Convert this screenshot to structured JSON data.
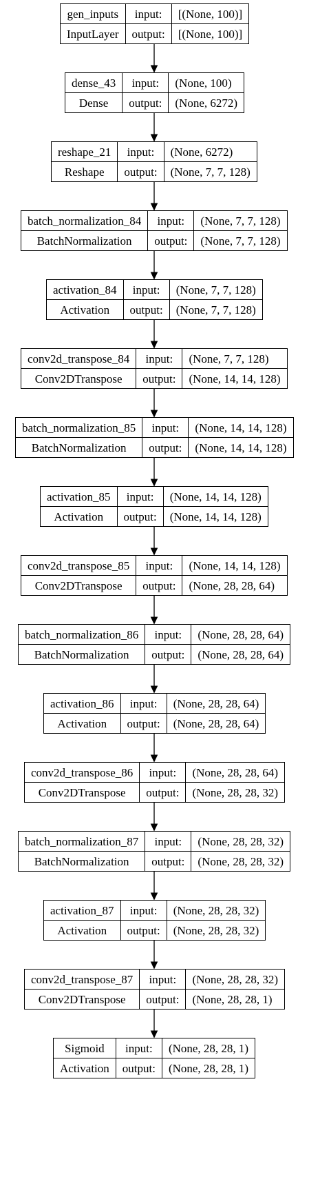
{
  "nodes": [
    {
      "name": "gen_inputs",
      "type": "InputLayer",
      "in_label": "input:",
      "out_label": "output:",
      "input": "[(None, 100)]",
      "output": "[(None, 100)]"
    },
    {
      "name": "dense_43",
      "type": "Dense",
      "in_label": "input:",
      "out_label": "output:",
      "input": "(None, 100)",
      "output": "(None, 6272)"
    },
    {
      "name": "reshape_21",
      "type": "Reshape",
      "in_label": "input:",
      "out_label": "output:",
      "input": "(None, 6272)",
      "output": "(None, 7, 7, 128)"
    },
    {
      "name": "batch_normalization_84",
      "type": "BatchNormalization",
      "in_label": "input:",
      "out_label": "output:",
      "input": "(None, 7, 7, 128)",
      "output": "(None, 7, 7, 128)"
    },
    {
      "name": "activation_84",
      "type": "Activation",
      "in_label": "input:",
      "out_label": "output:",
      "input": "(None, 7, 7, 128)",
      "output": "(None, 7, 7, 128)"
    },
    {
      "name": "conv2d_transpose_84",
      "type": "Conv2DTranspose",
      "in_label": "input:",
      "out_label": "output:",
      "input": "(None, 7, 7, 128)",
      "output": "(None, 14, 14, 128)"
    },
    {
      "name": "batch_normalization_85",
      "type": "BatchNormalization",
      "in_label": "input:",
      "out_label": "output:",
      "input": "(None, 14, 14, 128)",
      "output": "(None, 14, 14, 128)"
    },
    {
      "name": "activation_85",
      "type": "Activation",
      "in_label": "input:",
      "out_label": "output:",
      "input": "(None, 14, 14, 128)",
      "output": "(None, 14, 14, 128)"
    },
    {
      "name": "conv2d_transpose_85",
      "type": "Conv2DTranspose",
      "in_label": "input:",
      "out_label": "output:",
      "input": "(None, 14, 14, 128)",
      "output": "(None, 28, 28, 64)"
    },
    {
      "name": "batch_normalization_86",
      "type": "BatchNormalization",
      "in_label": "input:",
      "out_label": "output:",
      "input": "(None, 28, 28, 64)",
      "output": "(None, 28, 28, 64)"
    },
    {
      "name": "activation_86",
      "type": "Activation",
      "in_label": "input:",
      "out_label": "output:",
      "input": "(None, 28, 28, 64)",
      "output": "(None, 28, 28, 64)"
    },
    {
      "name": "conv2d_transpose_86",
      "type": "Conv2DTranspose",
      "in_label": "input:",
      "out_label": "output:",
      "input": "(None, 28, 28, 64)",
      "output": "(None, 28, 28, 32)"
    },
    {
      "name": "batch_normalization_87",
      "type": "BatchNormalization",
      "in_label": "input:",
      "out_label": "output:",
      "input": "(None, 28, 28, 32)",
      "output": "(None, 28, 28, 32)"
    },
    {
      "name": "activation_87",
      "type": "Activation",
      "in_label": "input:",
      "out_label": "output:",
      "input": "(None, 28, 28, 32)",
      "output": "(None, 28, 28, 32)"
    },
    {
      "name": "conv2d_transpose_87",
      "type": "Conv2DTranspose",
      "in_label": "input:",
      "out_label": "output:",
      "input": "(None, 28, 28, 32)",
      "output": "(None, 28, 28, 1)"
    },
    {
      "name": "Sigmoid",
      "type": "Activation",
      "in_label": "input:",
      "out_label": "output:",
      "input": "(None, 28, 28, 1)",
      "output": "(None, 28, 28, 1)"
    }
  ]
}
